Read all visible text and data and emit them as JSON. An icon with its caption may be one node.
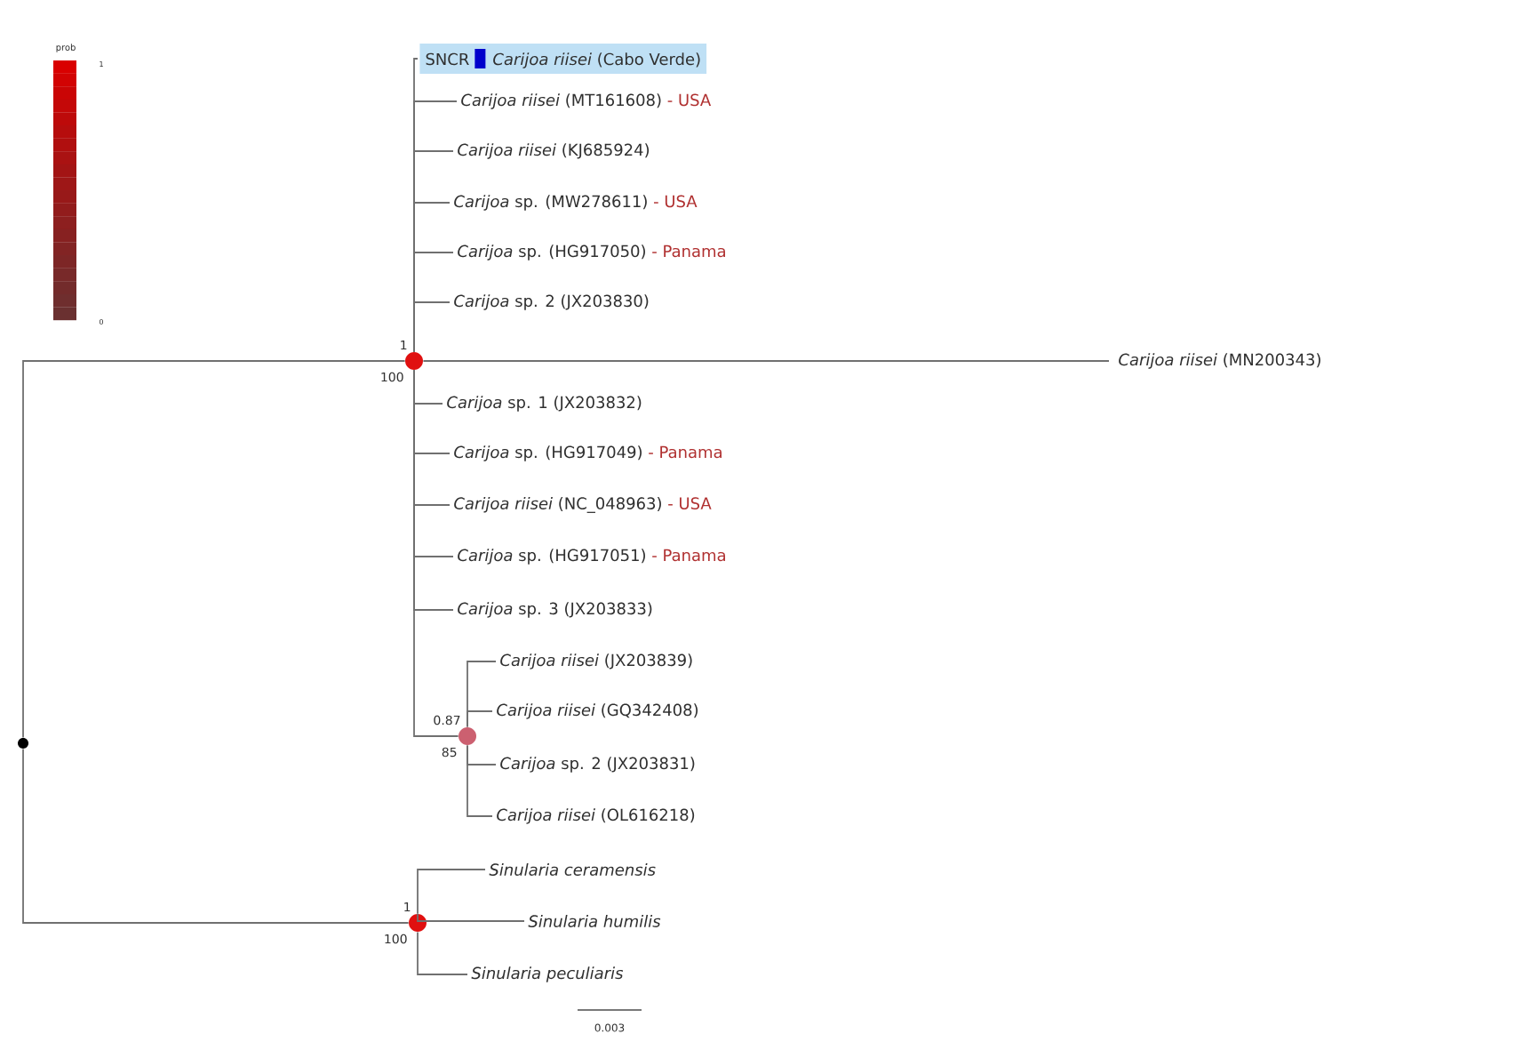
{
  "diagram": {
    "nodes": [
      {
        "text": [
          "SNCR",
          "*Carijoa riisei* (Cabo Verde)"
        ]
      },
      {
        "text": [
          "*Carijoa riisei* (MT161608)",
          "- USA"
        ]
      },
      {
        "text": [
          "*Carijoa riisei* (KJ685924)"
        ]
      },
      {
        "text": [
          "*Carijoa* sp. (MW278611)",
          "- USA"
        ]
      },
      {
        "text": [
          "*Carijoa* sp. (HG917050)",
          "- Panama"
        ]
      },
      {
        "text": [
          "*Carijoa* sp. 2 (JX203830)"
        ]
      },
      {
        "text": [
          "*Carijoa riisei* (MN200343)"
        ]
      },
      {
        "text": [
          "*Carijoa* sp. 1 (JX203832)"
        ]
      },
      {
        "text": [
          "*Carijoa* sp. (HG917049)",
          "- Panama"
        ]
      },
      {
        "text": [
          "*Carijoa riisei* (NC_048963)",
          "- USA"
        ]
      },
      {
        "text": [
          "*Carijoa* sp. (HG917051)",
          "- Panama"
        ]
      },
      {
        "text": [
          "*Carijoa* sp. 3 (JX203833)"
        ]
      },
      {
        "text": [
          "*Carijoa riisei* (JX203839)"
        ]
      },
      {
        "text": [
          "*Carijoa riisei* (GQ342408)"
        ]
      },
      {
        "text": [
          "*Carijoa* sp. 2 (JX203831)"
        ]
      },
      {
        "text": [
          "*Carijoa riisei* (OL616218)"
        ]
      },
      {
        "text": [
          "*Sinularia ceramensis*"
        ]
      },
      {
        "text": [
          "*Sinularia humilis*"
        ]
      },
      {
        "text": [
          "*Sinularia peculiaris*"
        ]
      },
      {
        "text": [],
        "shape": "circle"
      },
      {
        "text": [],
        "shape": "circle",
        "beside": [
          "1",
          "100"
        ]
      },
      {
        "text": [],
        "shape": "circle",
        "beside": [
          "0.87",
          "85"
        ]
      },
      {
        "text": [],
        "shape": "circle",
        "beside": [
          "1",
          "100"
        ]
      }
    ],
    "edges": [
      {
        "from": 19,
        "to": 20,
        "arrow": "none"
      },
      {
        "from": 19,
        "to": 22,
        "arrow": "none"
      },
      {
        "from": 20,
        "to": 0,
        "arrow": "none"
      },
      {
        "from": 20,
        "to": 1,
        "arrow": "none"
      },
      {
        "from": 20,
        "to": 2,
        "arrow": "none"
      },
      {
        "from": 20,
        "to": 3,
        "arrow": "none"
      },
      {
        "from": 20,
        "to": 4,
        "arrow": "none"
      },
      {
        "from": 20,
        "to": 5,
        "arrow": "none"
      },
      {
        "from": 20,
        "to": 6,
        "arrow": "none"
      },
      {
        "from": 20,
        "to": 7,
        "arrow": "none"
      },
      {
        "from": 20,
        "to": 8,
        "arrow": "none"
      },
      {
        "from": 20,
        "to": 9,
        "arrow": "none"
      },
      {
        "from": 20,
        "to": 10,
        "arrow": "none"
      },
      {
        "from": 20,
        "to": 11,
        "arrow": "none"
      },
      {
        "from": 20,
        "to": 21,
        "arrow": "none"
      },
      {
        "from": 21,
        "to": 12,
        "arrow": "none"
      },
      {
        "from": 21,
        "to": 13,
        "arrow": "none"
      },
      {
        "from": 21,
        "to": 14,
        "arrow": "none"
      },
      {
        "from": 21,
        "to": 15,
        "arrow": "none"
      },
      {
        "from": 22,
        "to": 16,
        "arrow": "none"
      },
      {
        "from": 22,
        "to": 17,
        "arrow": "none"
      },
      {
        "from": 22,
        "to": 18,
        "arrow": "none"
      }
    ],
    "labels": [
      "prob",
      "1",
      "0",
      "0.003"
    ]
  }
}
